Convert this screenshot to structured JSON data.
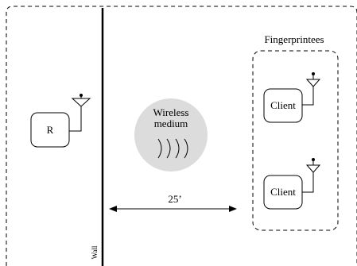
{
  "diagram": {
    "receiver": {
      "label": "R"
    },
    "medium": {
      "line1": "Wireless",
      "line2": "medium"
    },
    "group": {
      "title": "Fingerprintees",
      "clients": [
        {
          "label": "Client"
        },
        {
          "label": "Client"
        }
      ]
    },
    "distance": {
      "label": "25’"
    },
    "wall": {
      "label": "Wall"
    },
    "colors": {
      "stroke": "#000000",
      "medium_fill": "#dcdcdc",
      "background": "#ffffff"
    }
  }
}
